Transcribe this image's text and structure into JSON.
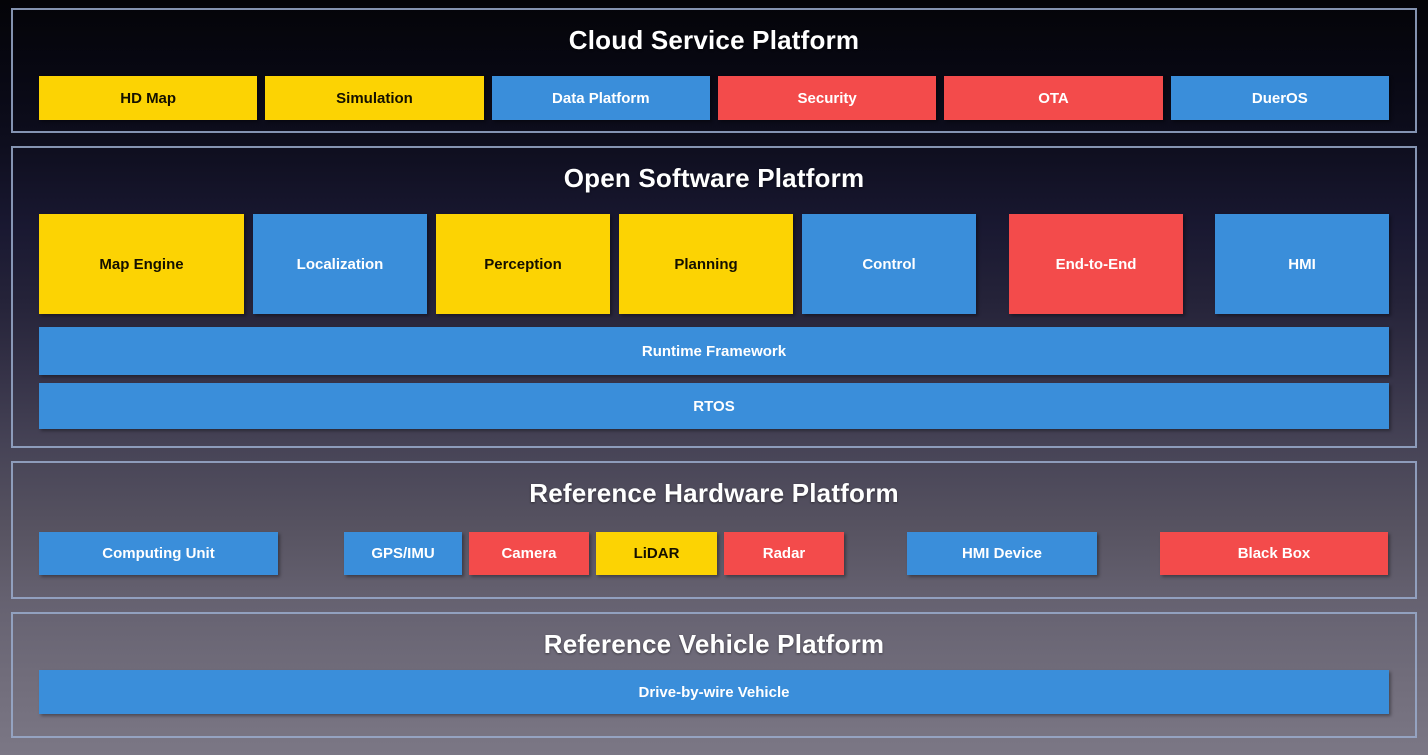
{
  "palette": {
    "yellow": "#FCD303",
    "blue": "#3A8EDA",
    "red": "#F34B4B",
    "border": "#9AACCD"
  },
  "sections": {
    "cloud": {
      "title": "Cloud Service Platform",
      "boxes": [
        {
          "label": "HD Map",
          "color": "yellow"
        },
        {
          "label": "Simulation",
          "color": "yellow"
        },
        {
          "label": "Data Platform",
          "color": "blue"
        },
        {
          "label": "Security",
          "color": "red"
        },
        {
          "label": "OTA",
          "color": "red"
        },
        {
          "label": "DuerOS",
          "color": "blue"
        }
      ]
    },
    "software": {
      "title": "Open Software Platform",
      "modules": [
        {
          "label": "Map Engine",
          "color": "yellow"
        },
        {
          "label": "Localization",
          "color": "blue"
        },
        {
          "label": "Perception",
          "color": "yellow"
        },
        {
          "label": "Planning",
          "color": "yellow"
        },
        {
          "label": "Control",
          "color": "blue"
        },
        {
          "label": "End-to-End",
          "color": "red"
        },
        {
          "label": "HMI",
          "color": "blue"
        }
      ],
      "bars": [
        {
          "label": "Runtime Framework",
          "color": "blue"
        },
        {
          "label": "RTOS",
          "color": "blue"
        }
      ]
    },
    "hardware": {
      "title": "Reference Hardware Platform",
      "boxes": [
        {
          "label": "Computing Unit",
          "color": "blue"
        },
        {
          "label": "GPS/IMU",
          "color": "blue"
        },
        {
          "label": "Camera",
          "color": "red"
        },
        {
          "label": "LiDAR",
          "color": "yellow"
        },
        {
          "label": "Radar",
          "color": "red"
        },
        {
          "label": "HMI Device",
          "color": "blue"
        },
        {
          "label": "Black Box",
          "color": "red"
        }
      ]
    },
    "vehicle": {
      "title": "Reference Vehicle Platform",
      "bars": [
        {
          "label": "Drive-by-wire Vehicle",
          "color": "blue"
        }
      ]
    }
  }
}
